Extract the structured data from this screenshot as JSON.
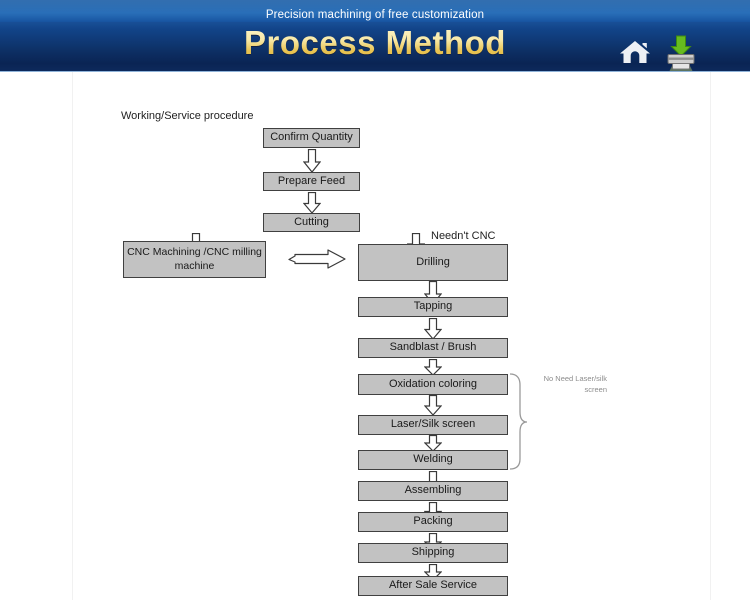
{
  "header": {
    "subtitle": "Precision machining of free customization",
    "title": "Process Method",
    "title_color_top": "#fdf6cf",
    "title_color_bottom": "#dfb63e",
    "background_color": "#11509f",
    "icons": [
      {
        "name": "home-icon",
        "label": "Home"
      },
      {
        "name": "download-icon",
        "label": "Download"
      }
    ]
  },
  "diagram": {
    "caption": "Working/Service procedure",
    "branch_label": "Needn't CNC",
    "note": "No Need Laser/silk screen",
    "node_fill": "#c2c2c2",
    "node_border": "#404040",
    "nodes": {
      "confirm_quantity": "Confirm Quantity",
      "prepare_feed": "Prepare Feed",
      "cutting": "Cutting",
      "cnc_machining": "CNC Machining /CNC milling machine",
      "drilling": "Drilling",
      "tapping": "Tapping",
      "sandblast_brush": "Sandblast / Brush",
      "oxidation_coloring": "Oxidation coloring",
      "laser_silk_screen": "Laser/Silk screen",
      "welding": "Welding",
      "assembling": "Assembling",
      "packing": "Packing",
      "shipping": "Shipping",
      "after_sale_service": "After Sale Service"
    }
  }
}
